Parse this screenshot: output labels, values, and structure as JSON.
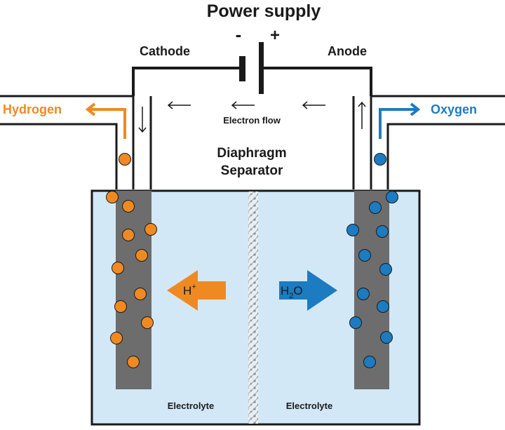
{
  "title": "Power supply",
  "battery": {
    "negative_sign": "-",
    "positive_sign": "+"
  },
  "electrodes": {
    "cathode": {
      "label": "Cathode",
      "bubble_color": "#ef8a22"
    },
    "anode": {
      "label": "Anode",
      "bubble_color": "#1c7bc1"
    }
  },
  "gases": {
    "hydrogen": {
      "label": "Hydrogen",
      "color": "#ef8a22"
    },
    "oxygen": {
      "label": "Oxygen",
      "color": "#1c7bc1"
    }
  },
  "electron_flow": {
    "label": "Electron flow"
  },
  "separator": {
    "line1": "Diaphragm",
    "line2": "Separator"
  },
  "ion_flow": {
    "hplus": {
      "base": "H",
      "sup": "+",
      "color": "#ef8a22"
    },
    "water": {
      "base": "H",
      "sub": "2",
      "tail": "O",
      "color": "#1c7bc1"
    }
  },
  "electrolyte": {
    "left_label": "Electrolyte",
    "right_label": "Electrolyte",
    "fill": "#d3e8f7"
  },
  "colors": {
    "electrode": "#6d6d6d",
    "wire": "#1a1a1a"
  }
}
